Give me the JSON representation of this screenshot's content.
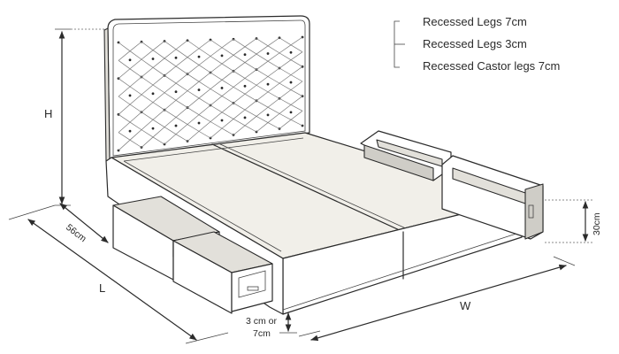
{
  "legend": {
    "items": [
      {
        "label": "Recessed Legs 7cm"
      },
      {
        "label": "Recessed Legs 3cm"
      },
      {
        "label": "Recessed Castor legs 7cm"
      }
    ]
  },
  "dimensions": {
    "height": "H",
    "length": "L",
    "width": "W",
    "drawer_depth": "56cm",
    "drawer_height": "30cm",
    "leg_height_line1": "3 cm or",
    "leg_height_line2": "7cm"
  }
}
